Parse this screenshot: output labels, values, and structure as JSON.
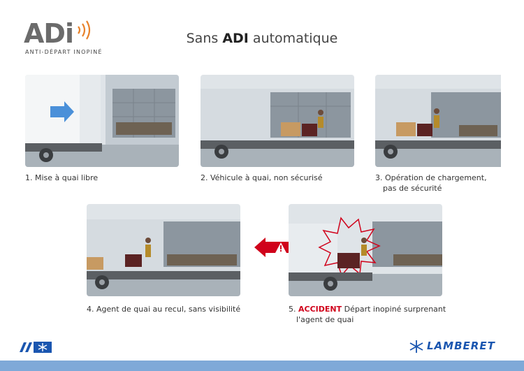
{
  "logo": {
    "wordmark": "ADi",
    "tagline": "ANTI-DÉPART INOPINÉ"
  },
  "title": {
    "prefix": "Sans",
    "emphasis": "ADI",
    "suffix": "automatique"
  },
  "steps": [
    {
      "caption": "1. Mise à quai libre"
    },
    {
      "caption": "2. Véhicule à quai, non sécurisé"
    },
    {
      "caption_line1": "3. Opération de chargement,",
      "caption_line2": "pas de sécurité"
    },
    {
      "caption": "4. Agent de quai au recul, sans visibilité"
    },
    {
      "number": "5.",
      "accent": "ACCIDENT",
      "caption_line1": "Départ inopiné surprenant",
      "caption_line2": "l'agent de quai"
    }
  ],
  "warning_icon": "warning-triangle-icon",
  "footer": {
    "brand": "LAMBERET"
  },
  "colors": {
    "accent_red": "#d0021b",
    "brand_blue": "#1a56b0",
    "bar_blue": "#7fa9d8",
    "arrow_blue": "#4a90d9"
  }
}
